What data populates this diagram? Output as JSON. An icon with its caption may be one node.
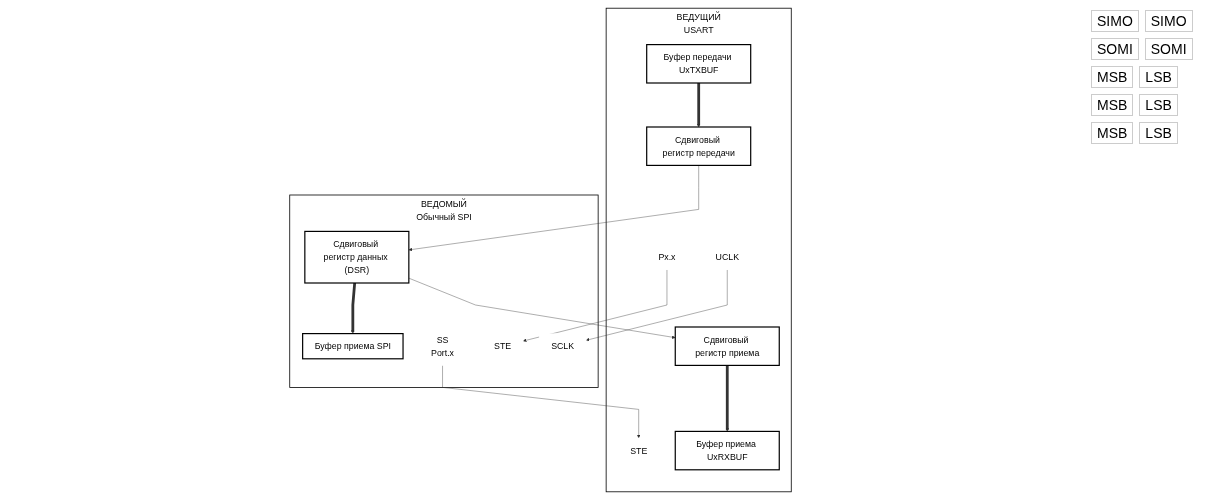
{
  "diagram": {
    "nodes": [
      {
        "text": [
          "ВЕДУЩИЙ",
          "USART"
        ]
      },
      {
        "text": [
          "Буфер приема UxRXBUF"
        ],
        "in": 0
      },
      {
        "text": [
          "Буфер передачи UxTXBUF"
        ],
        "in": 0
      },
      {
        "text": [
          "Сдвиговый регистр приема"
        ],
        "in": 0
      },
      {
        "text": [
          "Сдвиговый регистр передачи"
        ],
        "in": 0
      },
      {
        "text": [
          "Px.x"
        ],
        "in": 0
      },
      {
        "text": [
          "STE"
        ],
        "in": 0
      },
      {
        "text": [
          "UCLK"
        ],
        "in": 0
      },
      {
        "text": [
          "ВЕДОМЫЙ",
          "Обычный SPI"
        ]
      },
      {
        "text": [
          "Буфер приема SPI"
        ],
        "in": 8
      },
      {
        "text": [
          "Сдвиговый регистр данных (DSR)"
        ],
        "in": 8
      },
      {
        "text": [
          "STE"
        ],
        "in": 8
      },
      {
        "text": [
          "SS",
          "Port.x"
        ],
        "in": 8
      },
      {
        "text": [
          "SCLK"
        ],
        "in": 8
      }
    ],
    "edges": [
      {
        "from": 3,
        "to": 1,
        "arrow": "to",
        "style": "thick"
      },
      {
        "from": 2,
        "to": 4,
        "arrow": "to",
        "style": "thick"
      },
      {
        "from": 10,
        "to": 9,
        "arrow": "to",
        "style": "thick"
      },
      {
        "from": 4,
        "to": 10,
        "arrow": "to"
      },
      {
        "from": 10,
        "to": 3,
        "arrow": "to"
      },
      {
        "from": 5,
        "to": 11,
        "arrow": "to"
      },
      {
        "from": 12,
        "to": 6,
        "arrow": "to"
      },
      {
        "from": 7,
        "to": 13,
        "arrow": "to"
      }
    ],
    "labels": [
      "SIMO",
      "SIMO",
      "SOMI",
      "SOMI",
      "MSB",
      "LSB",
      "MSB",
      "LSB",
      "MSB",
      "LSB"
    ]
  }
}
